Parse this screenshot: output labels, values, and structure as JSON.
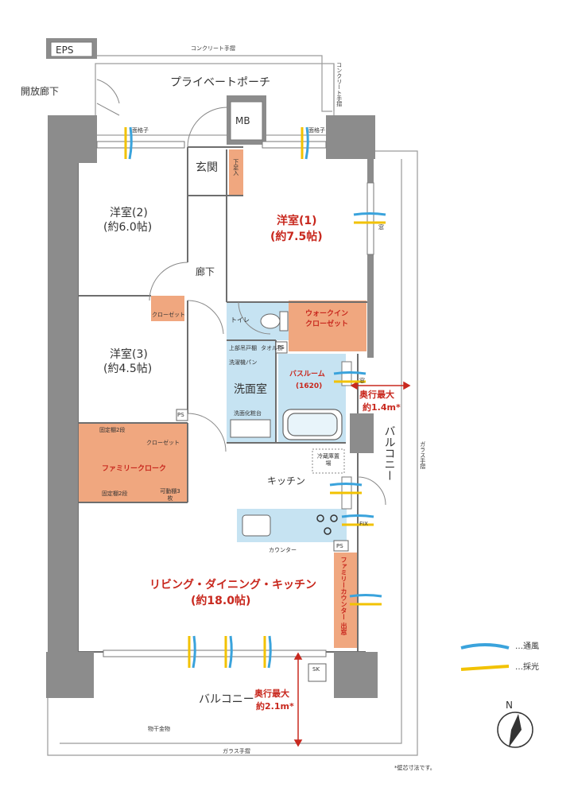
{
  "labels": {
    "eps": "EPS",
    "concrete_rail_top": "コンクリート手摺",
    "concrete_rail_right": "コンクリート手摺",
    "open_corridor": "開放廊下",
    "private_porch": "プライベートポーチ",
    "mb": "MB",
    "entrance": "玄関",
    "shoe_box": "下足入",
    "hallway": "廊下",
    "western2_name": "洋室(2)",
    "western2_size": "(約6.0帖)",
    "western1_name": "洋室(1)",
    "western1_size": "(約7.5帖)",
    "western3_name": "洋室(3)",
    "western3_size": "(約4.5帖)",
    "closet": "クローゼット",
    "closet2": "クローゼット",
    "toilet": "トイレ",
    "walkin_line1": "ウォークイン",
    "walkin_line2": "クローゼット",
    "ps": "PS",
    "ps2": "PS",
    "ps3": "PS",
    "upper_storage": "上部吊戸棚",
    "towel": "タオル掛",
    "washer_pan": "洗濯機パン",
    "washroom": "洗面室",
    "vanity": "洗面化粧台",
    "bathroom_name": "バスルーム",
    "bathroom_size": "(1620)",
    "depth_max_1": "奥行最大",
    "depth_1": "約1.4m*",
    "balcony_right": "バルコニー",
    "glass_rail_right": "ガラス手摺",
    "fridge": "冷蔵庫置場",
    "kitchen": "キッチン",
    "fixed_shelf_top": "固定棚2段",
    "fixed_shelf_bottom": "固定棚2段",
    "movable_shelf": "可動棚3枚",
    "family_cloak": "ファミリークローク",
    "counter": "カウンター",
    "family_counter": "ファミリーカウンター 出窓",
    "fix_window": "FIX",
    "ldk_name": "リビング・ダイニング・キッチン",
    "ldk_size": "(約18.0帖)",
    "balcony_bottom": "バルコニー",
    "depth_max_2": "奥行最大",
    "depth_2": "約2.1m*",
    "sk": "SK",
    "drying": "物干金物",
    "glass_rail_bottom": "ガラス手摺",
    "footnote": "*壁芯寸法です。",
    "legend_ventilation": "…通風",
    "legend_light": "…採光",
    "north": "N",
    "window_small_1": "面格子",
    "window_small_2": "面格子",
    "window_small_3": "窓",
    "window_small_4": "窓"
  },
  "colors": {
    "wall": "#8c8c8c",
    "wall_dark": "#7a7a7a",
    "orange": "#f0a77f",
    "blue": "#c6e3f2",
    "red_text": "#c8281e",
    "vent": "#3aa3dc",
    "light": "#f2c200",
    "floor_outline": "#9a9a9a"
  }
}
